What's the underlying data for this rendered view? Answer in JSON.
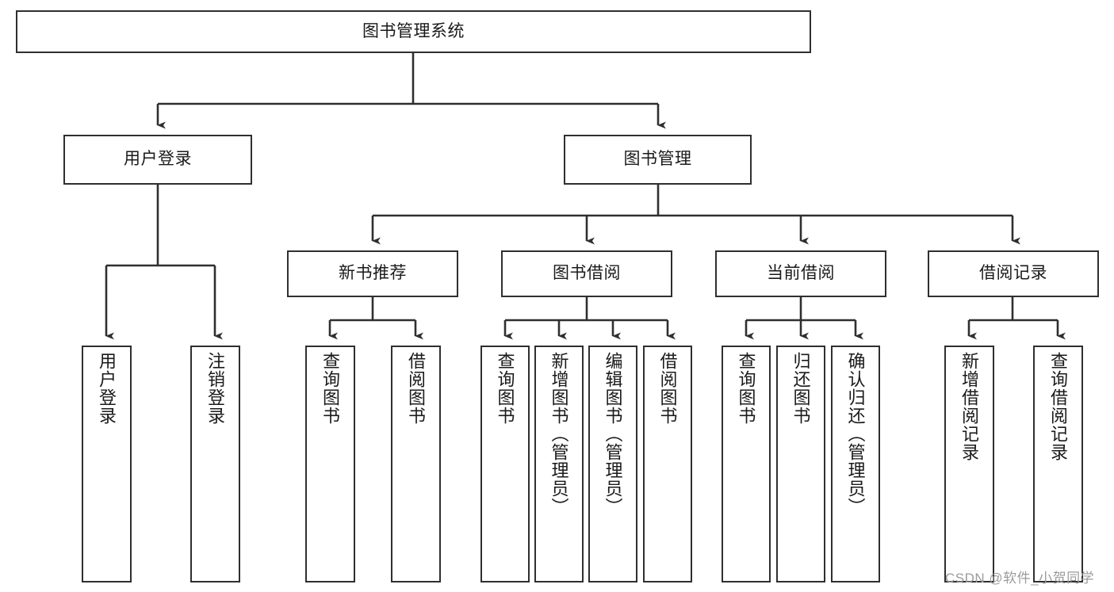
{
  "diagram": {
    "title": "图书管理系统",
    "type": "functional-structure-tree",
    "colors": {
      "box_border": "#2f2f2f",
      "box_fill": "#ffffff",
      "connector": "#2f2f2f",
      "text": "#1a1a1a",
      "watermark": "#9b9b9b"
    },
    "root": {
      "label": "图书管理系统"
    },
    "level2": [
      {
        "label": "用户登录"
      },
      {
        "label": "图书管理"
      }
    ],
    "level3": [
      {
        "label": "新书推荐"
      },
      {
        "label": "图书借阅"
      },
      {
        "label": "当前借阅"
      },
      {
        "label": "借阅记录"
      }
    ],
    "leaves": {
      "user_login": [
        {
          "label": "用户登录"
        },
        {
          "label": "注销登录"
        }
      ],
      "new_book_recommend": [
        {
          "label": "查询图书"
        },
        {
          "label": "借阅图书"
        }
      ],
      "book_borrow": [
        {
          "label": "查询图书"
        },
        {
          "label": "新增图书（管理员）"
        },
        {
          "label": "编辑图书（管理员）"
        },
        {
          "label": "借阅图书"
        }
      ],
      "current_borrow": [
        {
          "label": "查询图书"
        },
        {
          "label": "归还图书"
        },
        {
          "label": "确认归还（管理员）"
        }
      ],
      "borrow_record": [
        {
          "label": "新增借阅记录"
        },
        {
          "label": "查询借阅记录"
        }
      ]
    },
    "watermark": "CSDN @软件_小贺同学"
  }
}
